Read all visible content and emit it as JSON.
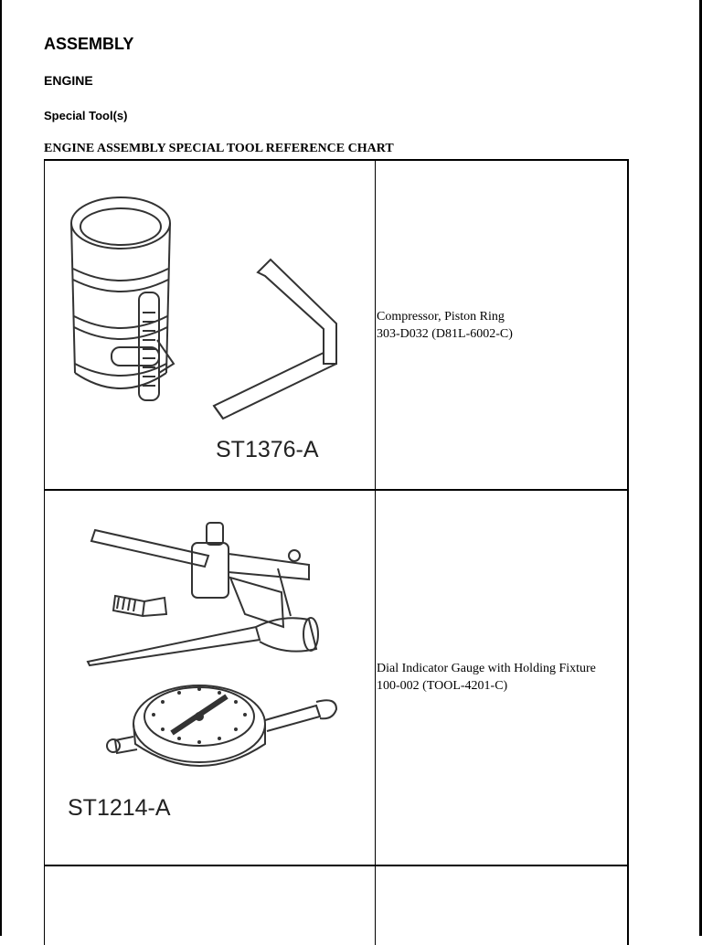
{
  "heading": "ASSEMBLY",
  "section": "ENGINE",
  "subsection": "Special Tool(s)",
  "chart_title": "ENGINE ASSEMBLY SPECIAL TOOL REFERENCE CHART",
  "tools": [
    {
      "image_code": "ST1376-A",
      "image_icon": "piston-ring-compressor-and-hex-wrench",
      "name": "Compressor, Piston Ring",
      "part_number": "303-D032 (D81L-6002-C)"
    },
    {
      "image_code": "ST1214-A",
      "image_icon": "dial-indicator-gauge-with-holding-fixture",
      "name": "Dial Indicator Gauge with Holding Fixture",
      "part_number": "100-002 (TOOL-4201-C)"
    }
  ]
}
